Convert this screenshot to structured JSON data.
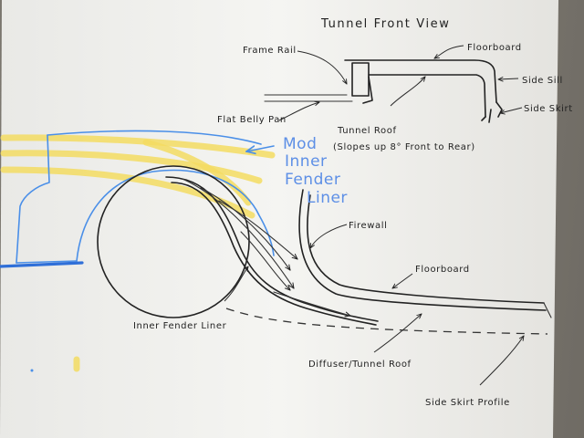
{
  "labels": {
    "title": "Tunnel Front View",
    "frame_rail": "Frame Rail",
    "floorboard_top": "Floorboard",
    "side_sill": "Side Sill",
    "side_skirt": "Side Skirt",
    "flat_belly_pan": "Flat Belly Pan",
    "tunnel_roof": "Tunnel Roof",
    "tunnel_roof_note": "(Slopes up 8° Front to Rear)",
    "mod_inner_fender_liner": [
      "Mod",
      "Inner",
      "Fender",
      "Liner"
    ],
    "firewall": "Firewall",
    "floorboard_side": "Floorboard",
    "inner_fender_liner": "Inner Fender Liner",
    "diffuser_tunnel_roof": "Diffuser/Tunnel Roof",
    "side_skirt_profile": "Side Skirt Profile"
  },
  "colors": {
    "ink": "#222222",
    "blue_marker": "#4a8fe8",
    "yellow_highlighter": "#f3dc62",
    "paper": "#f4f4f1"
  }
}
